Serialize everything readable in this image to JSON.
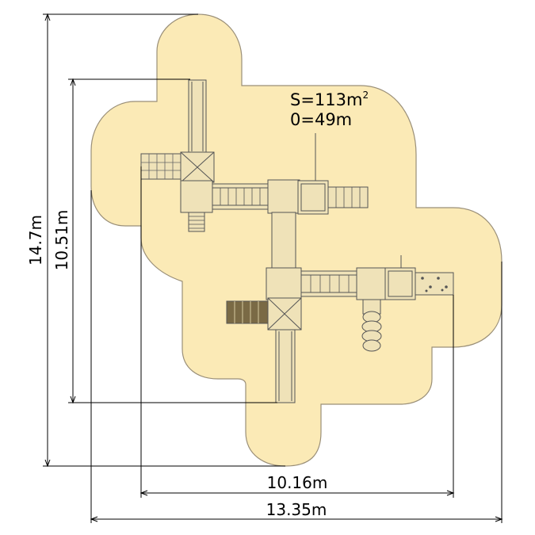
{
  "plan": {
    "area_label": "S=113m",
    "area_exponent": "2",
    "perimeter_label": "0=49m"
  },
  "dimensions": {
    "outer_height": "14.7m",
    "inner_height": "10.51m",
    "inner_width": "10.16m",
    "outer_width": "13.35m"
  },
  "colors": {
    "safety_zone": "#fbeab6",
    "zone_outline": "#9a8f78",
    "equipment_fill": "#efe2b8",
    "equipment_line": "#555555",
    "dimension_line": "#000000"
  }
}
